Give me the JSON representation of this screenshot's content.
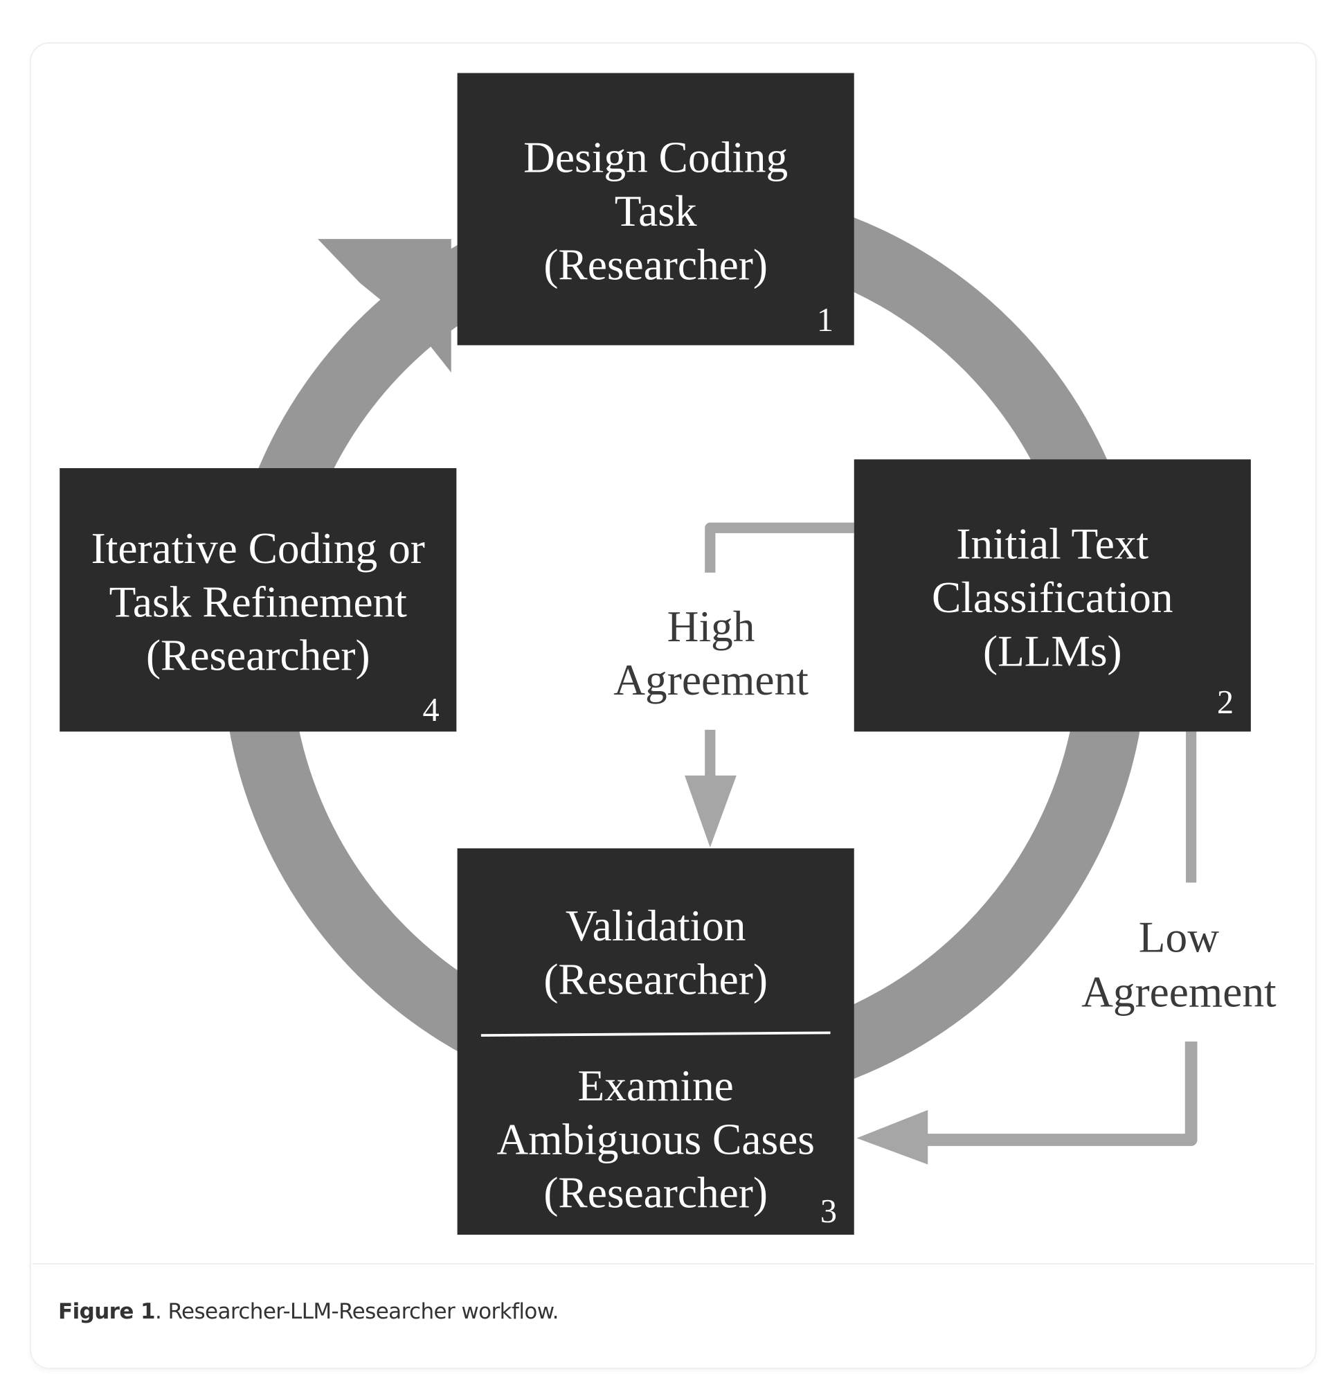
{
  "figure": {
    "colors": {
      "box": "#2b2b2b",
      "box_text": "#ffffff",
      "ring": "#979797",
      "connector": "#a6a6a6",
      "label_text": "#3a3a3a"
    },
    "nodes": [
      {
        "id": 1,
        "lines": [
          "Design Coding",
          "Task",
          "(Researcher)"
        ],
        "number": "1"
      },
      {
        "id": 2,
        "lines": [
          "Initial Text",
          "Classification",
          "(LLMs)"
        ],
        "number": "2"
      },
      {
        "id": 3,
        "lines": [
          "Validation",
          "(Researcher)"
        ],
        "lines_lower": [
          "Examine",
          "Ambiguous Cases",
          "(Researcher)"
        ],
        "number": "3"
      },
      {
        "id": 4,
        "lines": [
          "Iterative Coding or",
          "Task Refinement",
          "(Researcher)"
        ],
        "number": "4"
      }
    ],
    "edges": [
      {
        "from": 2,
        "to": 3,
        "label": [
          "High",
          "Agreement"
        ]
      },
      {
        "from": 2,
        "to": 3,
        "label": [
          "Low",
          "Agreement"
        ]
      }
    ]
  },
  "caption": {
    "label": "Figure 1",
    "text": ". Researcher-LLM-Researcher workflow."
  }
}
